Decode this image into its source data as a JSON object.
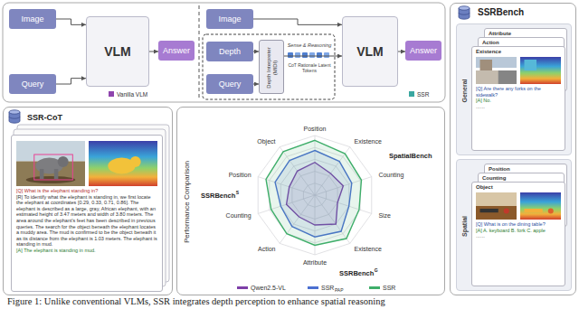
{
  "diagram": {
    "caption": "Figure 1: Unlike conventional VLMs, SSR integrates depth perception to enhance spatial reasoning",
    "nodes": [
      {
        "text": [
          "Image"
        ]
      },
      {
        "text": [
          "Query"
        ]
      },
      {
        "text": [
          "VLM"
        ]
      },
      {
        "text": [
          "Answer"
        ]
      },
      {
        "text": [
          "Image"
        ]
      },
      {
        "text": [
          "Depth"
        ]
      },
      {
        "text": [
          "Query"
        ]
      },
      {
        "text": [
          "Depth Interpreter (MIDI)"
        ]
      },
      {
        "text": [
          "VLM"
        ]
      },
      {
        "text": [
          "Answer"
        ]
      },
      {
        "text": [
          "SSRBench"
        ]
      },
      {
        "text": [
          "General"
        ],
        "in": 10
      },
      {
        "text": [
          "Attribute"
        ],
        "in": 11
      },
      {
        "text": [
          "Action"
        ],
        "in": 11
      },
      {
        "text": [
          "Existence",
          "[Q] Are there any forks on the sidewalk?",
          "[A] No.",
          "......"
        ],
        "in": 11
      },
      {
        "text": [
          "Spatial"
        ],
        "in": 10
      },
      {
        "text": [
          "Position"
        ],
        "in": 15
      },
      {
        "text": [
          "Counting"
        ],
        "in": 15
      },
      {
        "text": [
          "Object",
          "[Q] What is on the dining table?",
          "[A] A. keyboard B. fork C. apple",
          "......"
        ],
        "in": 15
      },
      {
        "text": [
          "SSR-CoT"
        ]
      },
      {
        "text": [
          "[Q] What is the elephant standing in?",
          "[R] To identify what the elephant is standing in, we first locate the elephant at coordinates [0.29, 0.33, 0.71, 0.86]. The elephant is described as a large, gray, African elephant, with an estimated height of 3.47 meters and width of 3.80 meters. The area around the elephant's feet has been described in previous queries. The search for the object beneath the elephant locates a muddy area. The mud is confirmed to be the object beneath it as its distance from the elephant is 1.03 meters. The elephant is standing in mud.",
          "[A] The elephant is standing in mud."
        ],
        "in": 19
      },
      {
        "text": [
          "Performance Comparison"
        ]
      }
    ],
    "edges": [
      {
        "from": 0,
        "to": 2,
        "arrow": "to"
      },
      {
        "from": 1,
        "to": 2,
        "arrow": "to"
      },
      {
        "from": 2,
        "to": 3,
        "arrow": "to"
      },
      {
        "from": 4,
        "to": 8,
        "arrow": "to"
      },
      {
        "from": 5,
        "to": 7,
        "arrow": "to"
      },
      {
        "from": 6,
        "to": 7,
        "arrow": "to"
      },
      {
        "from": 7,
        "to": 8,
        "arrow": "to"
      },
      {
        "from": 8,
        "to": 9,
        "arrow": "to"
      }
    ],
    "labels": [
      "Sense & Reasoning",
      "CoT Rationale Latent Tokens",
      "Position",
      "Existence",
      "Counting",
      "Size",
      "Existence",
      "Attribute",
      "Action",
      "Counting",
      "Position",
      "Object",
      "SpatialBench",
      "SSRBench",
      "G",
      "SSRBench",
      "S",
      "PAP"
    ],
    "legend": [
      {
        "text": "Vanilla VLM",
        "color": "#8e44ad"
      },
      {
        "text": "SSR",
        "color": "#3aa7a0"
      },
      {
        "text": "Qwen2.5-VL",
        "color": "#7e3fa8"
      },
      {
        "text": "SSR",
        "color": "#4b6fd0"
      },
      {
        "text": "SSR",
        "color": "#3fae6a"
      }
    ]
  }
}
